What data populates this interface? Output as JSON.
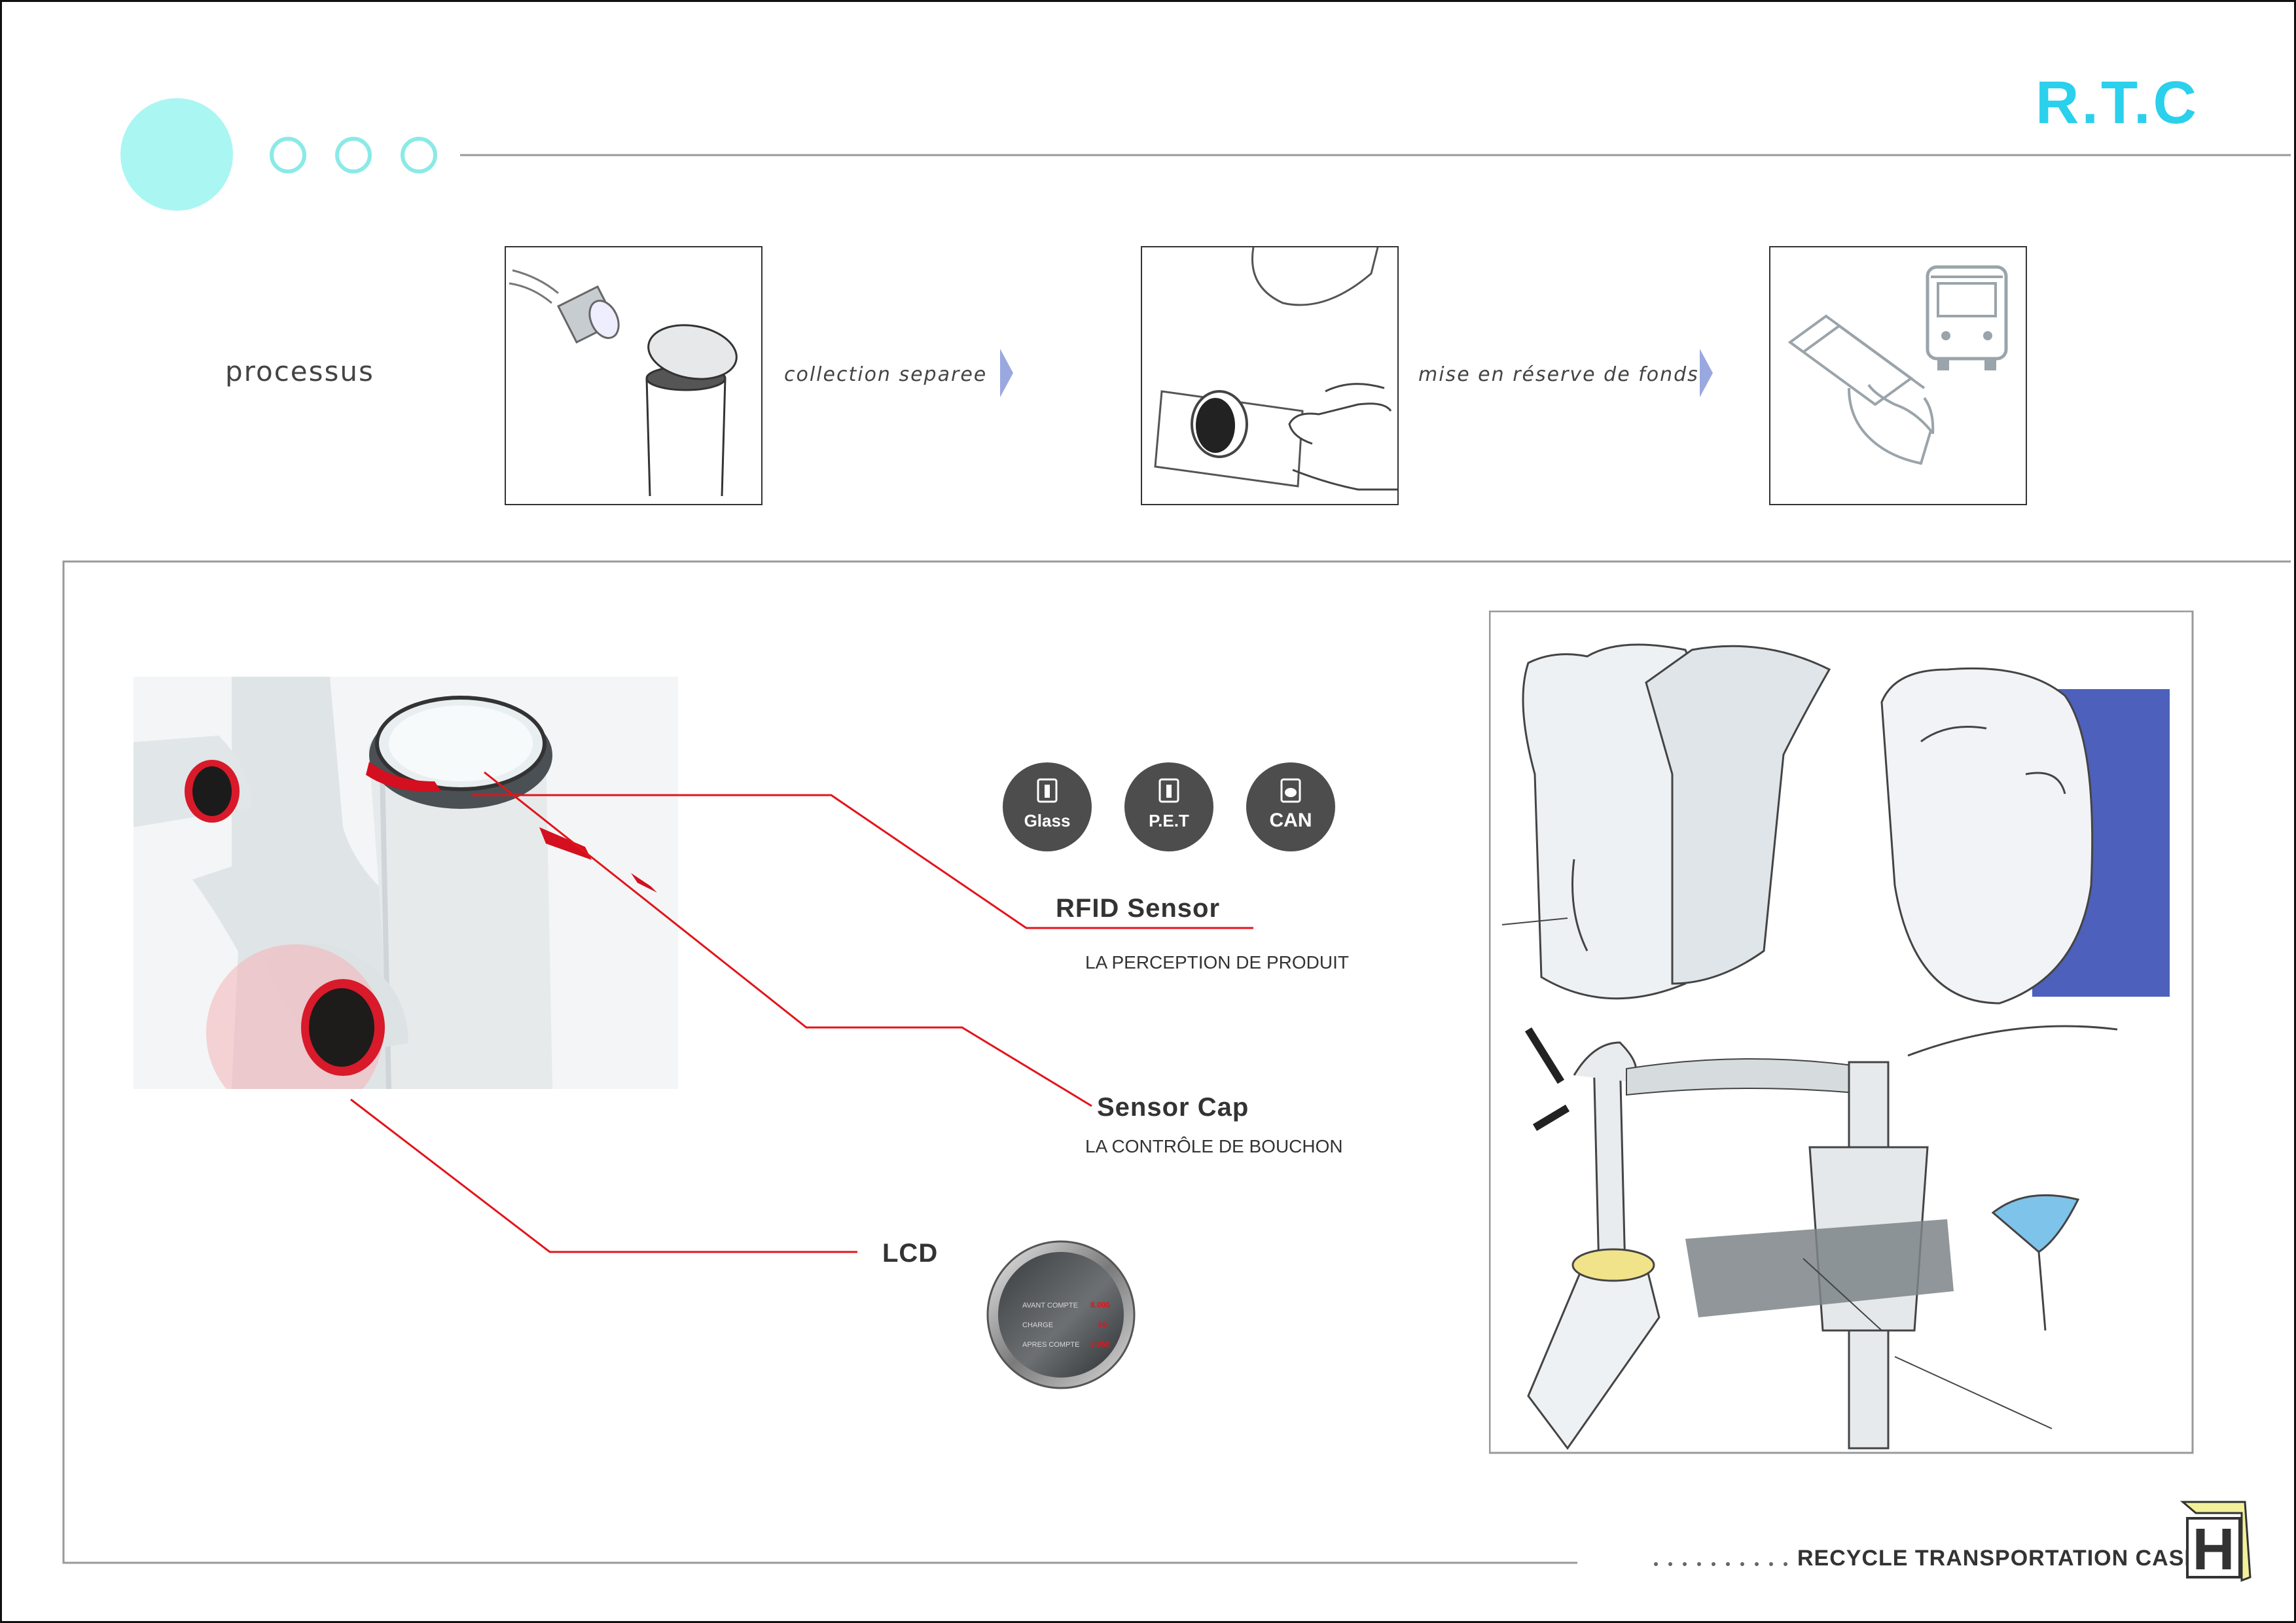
{
  "header": {
    "title": "R.T.C",
    "accent_color": "#2ad0ec",
    "circle_color": "#aaf6f2"
  },
  "process": {
    "label": "processus",
    "steps": [
      {
        "icon": "bottle-cap-icon"
      },
      {
        "caption": "collection separee",
        "icon": "rfid-card-hand-icon"
      },
      {
        "caption": "mise en réserve de fonds",
        "icon": "card-bus-icon"
      }
    ],
    "arrow_color": "#9aa8e0"
  },
  "features": {
    "rfid": {
      "title": "RFID Sensor",
      "subtitle": "LA PERCEPTION DE PRODUIT"
    },
    "sensor_cap": {
      "title": "Sensor Cap",
      "subtitle": "LA CONTRÔLE DE BOUCHON"
    },
    "lcd": {
      "title": "LCD"
    },
    "line_color": "#e3141b"
  },
  "material_badges": [
    {
      "label": "Glass",
      "icon": "glass-bottle-icon"
    },
    {
      "label": "P.E.T",
      "icon": "pet-bottle-icon"
    },
    {
      "label": "CAN",
      "icon": "can-icon"
    }
  ],
  "lcd_display": {
    "rows": [
      {
        "label": "AVANT COMPTE",
        "value": "8.000"
      },
      {
        "label": "CHARGE",
        "value": "50"
      },
      {
        "label": "APRES COMPTE",
        "value": "8.050"
      }
    ]
  },
  "footer": {
    "text": "RECYCLE TRANSPORTATION CASH",
    "logo_letter": "H"
  }
}
